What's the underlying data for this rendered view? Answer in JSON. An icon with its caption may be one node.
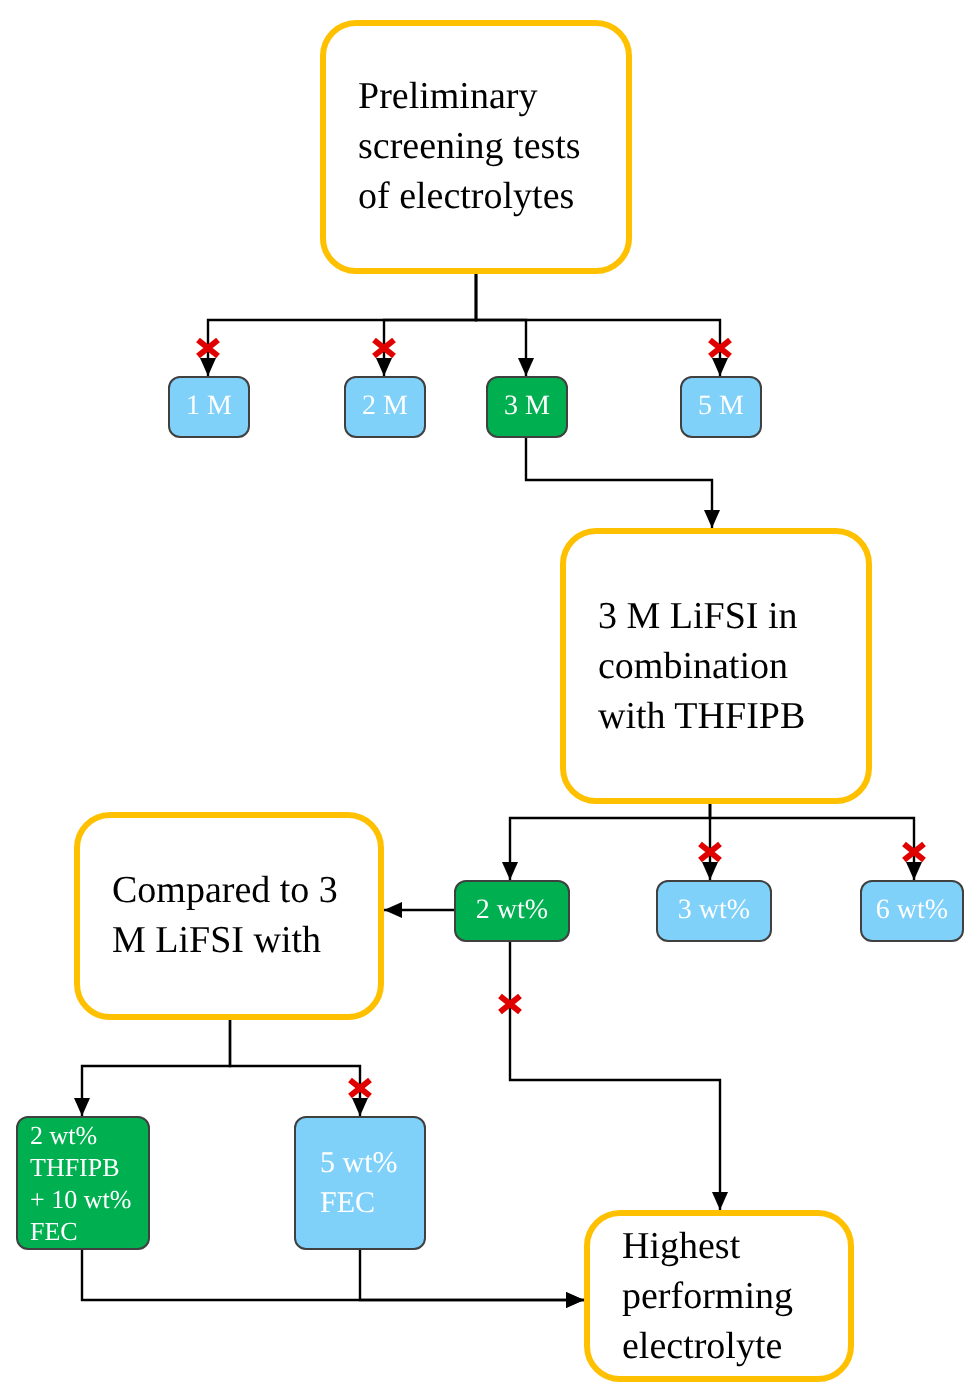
{
  "diagram": {
    "nodes": [
      {
        "text": [
          "Preliminary screening tests of electrolytes"
        ]
      },
      {
        "text": [
          "1 M"
        ]
      },
      {
        "text": [
          "2 M"
        ]
      },
      {
        "text": [
          "3 M"
        ]
      },
      {
        "text": [
          "5 M"
        ]
      },
      {
        "text": [
          "3 M LiFSI in combination with THFIPB"
        ]
      },
      {
        "text": [
          "Compared to 3 M LiFSI with"
        ]
      },
      {
        "text": [
          "2 wt%"
        ]
      },
      {
        "text": [
          "3 wt%"
        ]
      },
      {
        "text": [
          "6 wt%"
        ]
      },
      {
        "text": [
          "2 wt% THFIPB + 10 wt% FEC"
        ]
      },
      {
        "text": [
          "5 wt% FEC"
        ]
      },
      {
        "text": [
          "Highest performing electrolyte"
        ]
      }
    ],
    "edges": [
      {
        "from": 0,
        "to": 1,
        "arrow": "to"
      },
      {
        "from": 0,
        "to": 2,
        "arrow": "to"
      },
      {
        "from": 0,
        "to": 3,
        "arrow": "to"
      },
      {
        "from": 0,
        "to": 4,
        "arrow": "to"
      },
      {
        "from": 3,
        "to": 5,
        "arrow": "to"
      },
      {
        "from": 5,
        "to": 7,
        "arrow": "to"
      },
      {
        "from": 5,
        "to": 8,
        "arrow": "to"
      },
      {
        "from": 5,
        "to": 9,
        "arrow": "to"
      },
      {
        "from": 7,
        "to": 6,
        "arrow": "to"
      },
      {
        "from": 7,
        "to": 12,
        "arrow": "to"
      },
      {
        "from": 6,
        "to": 10,
        "arrow": "to"
      },
      {
        "from": 6,
        "to": 11,
        "arrow": "to"
      },
      {
        "from": 10,
        "to": 12,
        "arrow": "to"
      },
      {
        "from": 11,
        "to": 12,
        "arrow": "to"
      }
    ]
  }
}
